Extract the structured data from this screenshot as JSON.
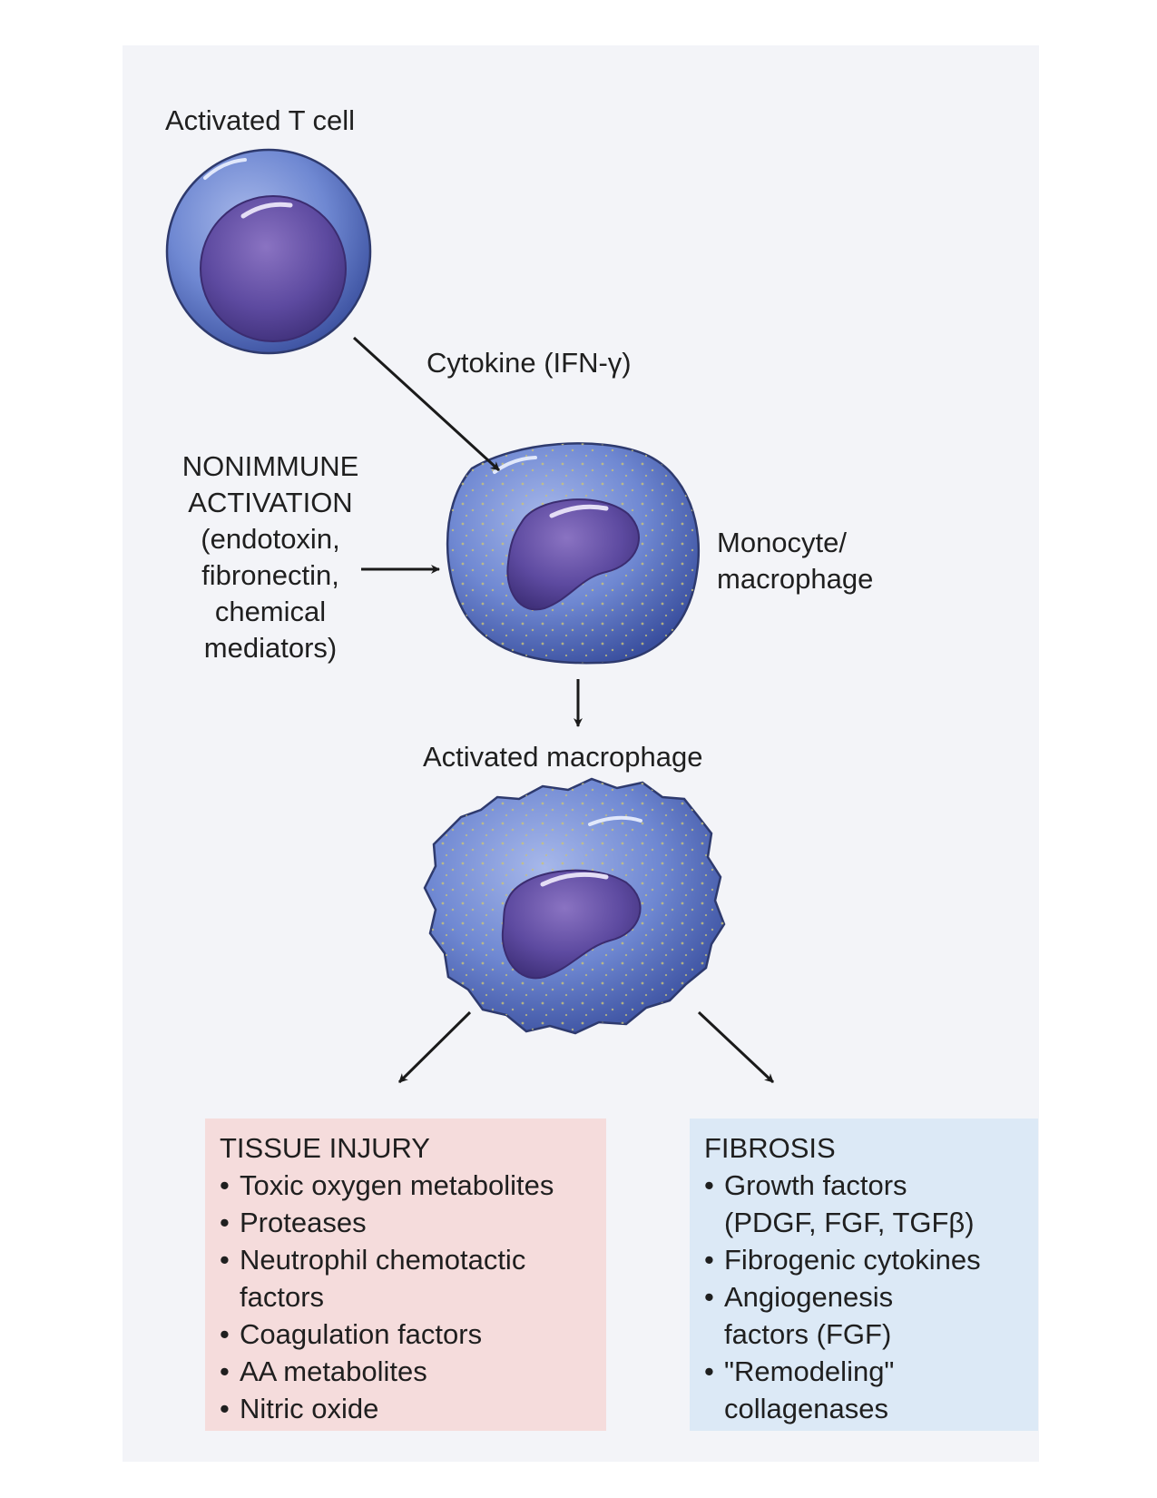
{
  "labels": {
    "t_cell": "Activated T cell",
    "cytokine": "Cytokine (IFN-γ)",
    "nonimmune": [
      "NONIMMUNE",
      "ACTIVATION",
      "(endotoxin,",
      "fibronectin,",
      "chemical",
      "mediators)"
    ],
    "monocyte": [
      "Monocyte/",
      "macrophage"
    ],
    "activated_macrophage": "Activated macrophage"
  },
  "tissue_injury": {
    "title": "TISSUE INJURY",
    "items": [
      [
        "Toxic oxygen metabolites"
      ],
      [
        "Proteases"
      ],
      [
        "Neutrophil chemotactic",
        "factors"
      ],
      [
        "Coagulation factors"
      ],
      [
        "AA metabolites"
      ],
      [
        "Nitric oxide"
      ]
    ]
  },
  "fibrosis": {
    "title": "FIBROSIS",
    "items": [
      [
        "Growth factors",
        "(PDGF, FGF, TGFβ)"
      ],
      [
        "Fibrogenic cytokines"
      ],
      [
        "Angiogenesis",
        "factors (FGF)"
      ],
      [
        "\"Remodeling\"",
        "collagenases"
      ]
    ]
  },
  "colors": {
    "cell_body": "#5b74c4",
    "nucleus": "#5d4aa0",
    "injury_box": "#f5dcdc",
    "fibrosis_box": "#dce9f6",
    "arrow": "#1a1a1a"
  }
}
